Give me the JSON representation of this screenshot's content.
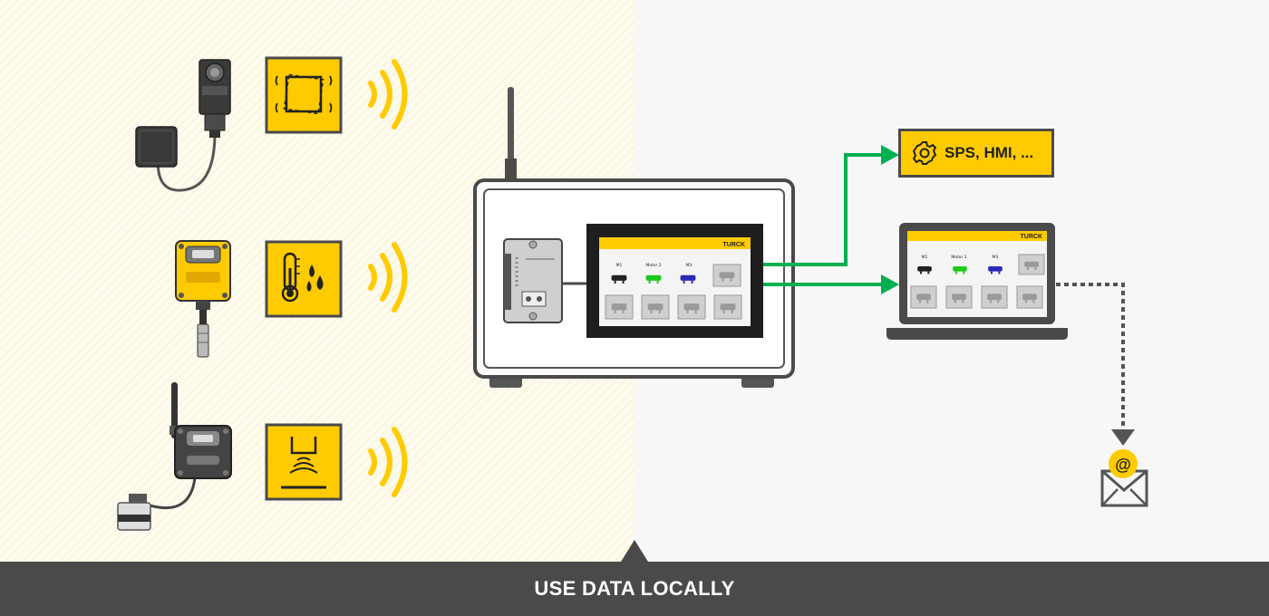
{
  "footer": {
    "title": "USE DATA LOCALLY"
  },
  "output_target": {
    "label": "SPS, HMI, ...",
    "icon": "gear-icon"
  },
  "hmi_screen": {
    "brand": "TURCK",
    "device_labels": [
      "M1",
      "Motor 2",
      "M3"
    ],
    "device_colors": [
      "#222222",
      "#1ec81e",
      "#2a2ab8"
    ]
  },
  "email": {
    "symbol": "@"
  },
  "sensors": [
    {
      "name": "vibration-sensor",
      "icon": "vibration-icon"
    },
    {
      "name": "temperature-humidity-sensor",
      "icon": "thermometer-droplets-icon"
    },
    {
      "name": "level-sensor",
      "icon": "ultrasonic-level-icon"
    }
  ],
  "colors": {
    "accent_yellow": "#fecb00",
    "dark_gray": "#4a4a4a",
    "arrow_green": "#00b050",
    "left_background": "#fdfbf0",
    "right_background": "#f7f7f7"
  }
}
